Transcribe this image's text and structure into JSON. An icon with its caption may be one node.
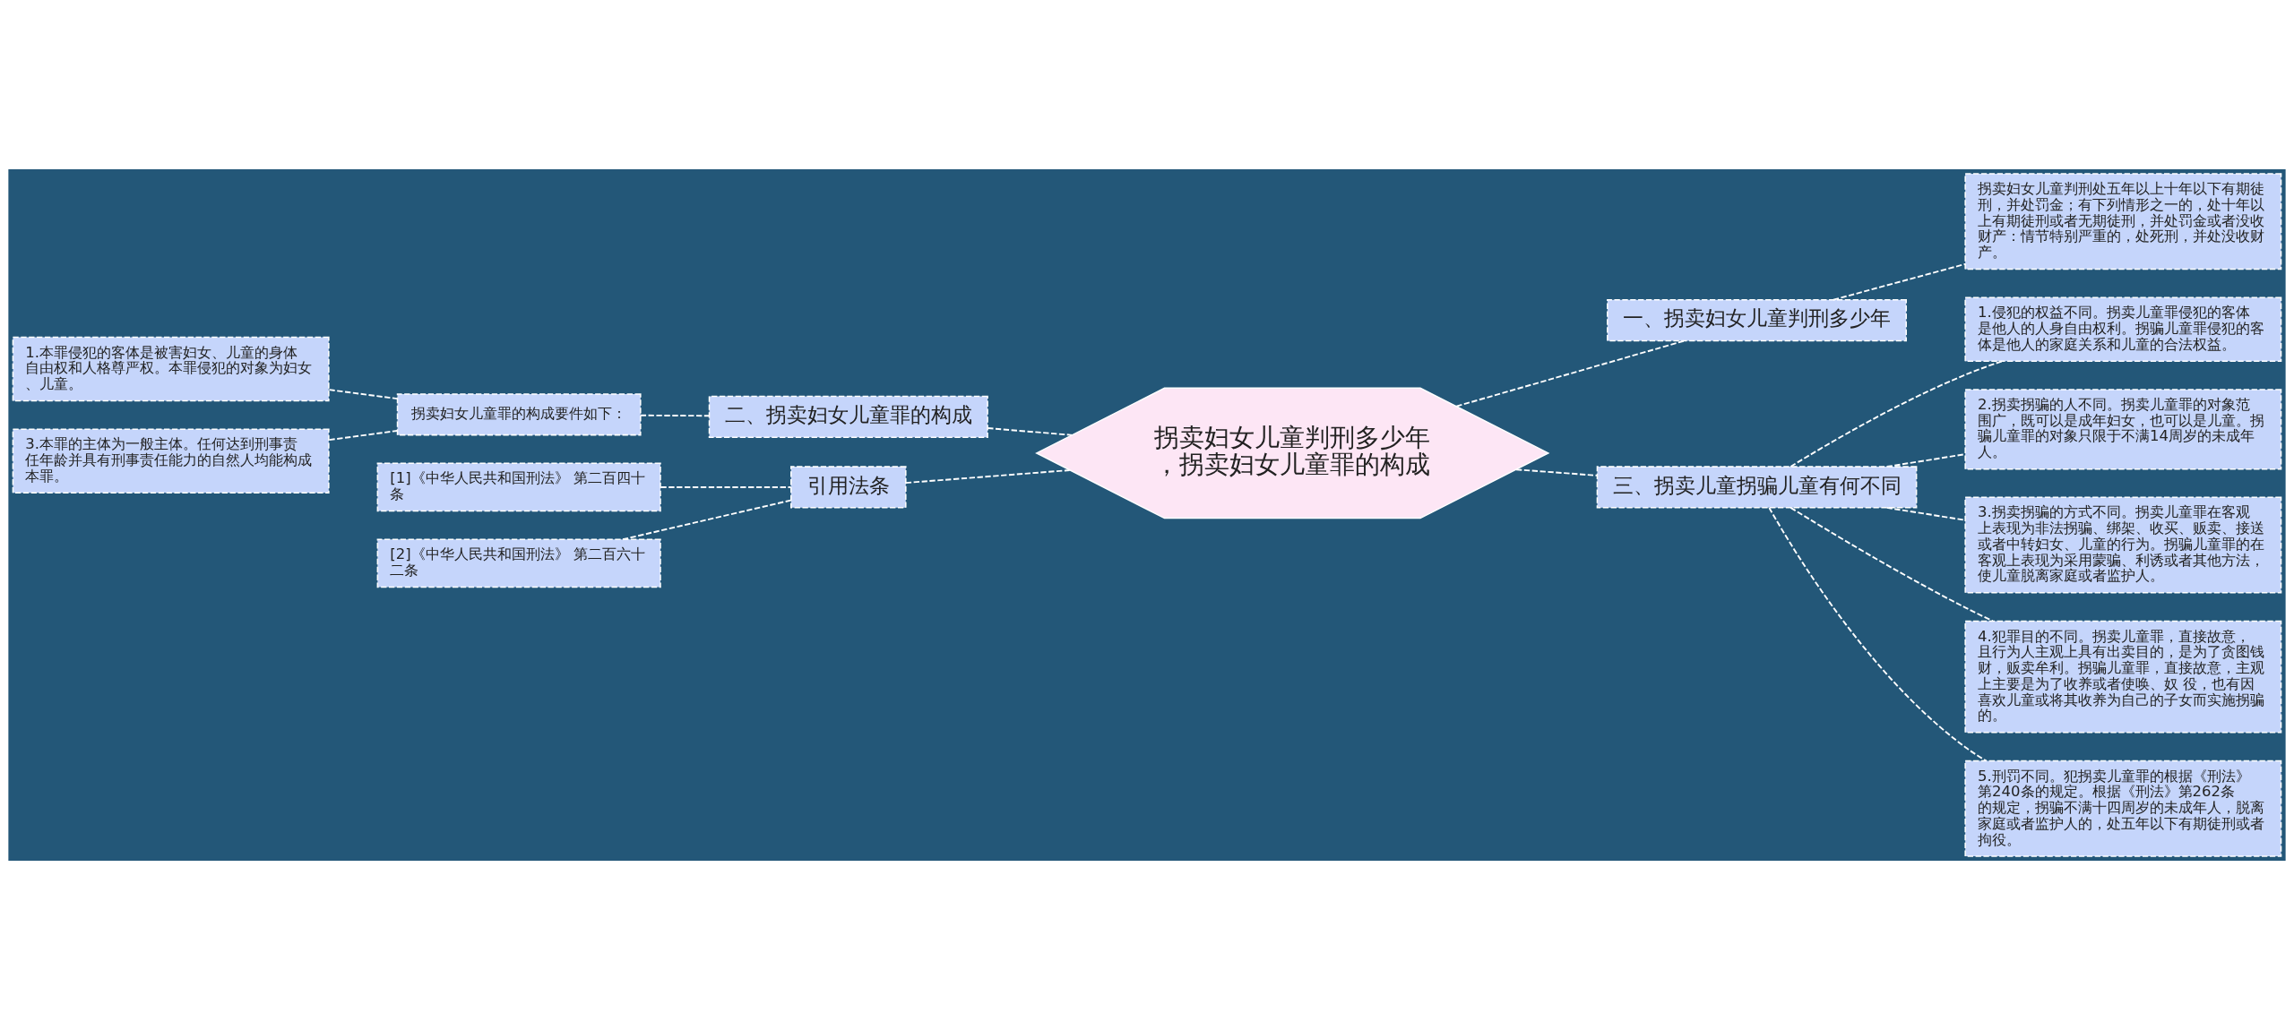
{
  "diagram": {
    "nodes": [
      {
        "text": [
          "拐卖妇女儿童判刑多少年，拐卖妇女儿童罪的构成"
        ]
      },
      {
        "text": [
          "二、拐卖妇女儿童罪的构成"
        ]
      },
      {
        "text": [
          "拐卖妇女儿童罪的构成要件如下："
        ]
      },
      {
        "text": [
          "1.本罪侵犯的客体是被害妇女、儿童的身体自由权和人格尊严权。本罪侵犯的对象为妇女、儿童。"
        ]
      },
      {
        "text": [
          "3.本罪的主体为一般主体。任何达到刑事责任年龄并具有刑事责任能力的自然人均能构成本罪。"
        ]
      },
      {
        "text": [
          "引用法条"
        ]
      },
      {
        "text": [
          "[1]《中华人民共和国刑法》 第二百四十条"
        ]
      },
      {
        "text": [
          "[2]《中华人民共和国刑法》 第二百六十二条"
        ]
      },
      {
        "text": [
          "一、拐卖妇女儿童判刑多少年"
        ]
      },
      {
        "text": [
          "拐卖妇女儿童判刑处五年以上十年以下有期徒刑，并处罚金；有下列情形之一的，处十年以上有期徒刑或者无期徒刑，并处罚金或者没收财产：情节特别严重的，处死刑，并处没收财产。"
        ]
      },
      {
        "text": [
          "三、拐卖儿童拐骗儿童有何不同"
        ]
      },
      {
        "text": [
          "1.侵犯的权益不同。拐卖儿童罪侵犯的客体是他人的人身自由权利。拐骗儿童罪侵犯的客体是他人的家庭关系和儿童的合法权益。"
        ]
      },
      {
        "text": [
          "2.拐卖拐骗的人不同。拐卖儿童罪的对象范围广，既可以是成年妇女，也可以是儿童。拐骗儿童罪的对象只限于不满14周岁的未成年人。"
        ]
      },
      {
        "text": [
          "3.拐卖拐骗的方式不同。拐卖儿童罪在客观上表现为非法拐骗、绑架、收买、贩卖、接送或者中转妇女、儿童的行为。拐骗儿童罪的在客观上表现为采用蒙骗、利诱或者其他方法，使儿童脱离家庭或者监护人。"
        ]
      },
      {
        "text": [
          "4.犯罪目的不同。拐卖儿童罪，直接故意，且行为人主观上具有出卖目的，是为了贪图钱财，贩卖牟利。拐骗儿童罪，直接故意，主观上主要是为了收养或者使唤、奴 役，也有因喜欢儿童或将其收养为自己的子女而实施拐骗的。"
        ]
      },
      {
        "text": [
          "5.刑罚不同。犯拐卖儿童罪的根据《刑法》第240条的规定。根据《刑法》第262条的规定，拐骗不满十四周岁的未成年人，脱离家庭或者监护人的，处五年以下有期徒刑或者拘役。"
        ]
      }
    ],
    "edges": [
      {
        "from": 1,
        "to": 0,
        "arrow": "none",
        "style": "dashed"
      },
      {
        "from": 2,
        "to": 1,
        "arrow": "none",
        "style": "dashed"
      },
      {
        "from": 3,
        "to": 2,
        "arrow": "none",
        "style": "dashed"
      },
      {
        "from": 4,
        "to": 2,
        "arrow": "none",
        "style": "dashed"
      },
      {
        "from": 5,
        "to": 0,
        "arrow": "none",
        "style": "dashed"
      },
      {
        "from": 6,
        "to": 5,
        "arrow": "none",
        "style": "dashed"
      },
      {
        "from": 7,
        "to": 5,
        "arrow": "none",
        "style": "dashed"
      },
      {
        "from": 0,
        "to": 8,
        "arrow": "none",
        "style": "dashed"
      },
      {
        "from": 8,
        "to": 9,
        "arrow": "none",
        "style": "dashed"
      },
      {
        "from": 0,
        "to": 10,
        "arrow": "none",
        "style": "dashed"
      },
      {
        "from": 10,
        "to": 11,
        "arrow": "none",
        "style": "dashed"
      },
      {
        "from": 10,
        "to": 12,
        "arrow": "none",
        "style": "dashed"
      },
      {
        "from": 10,
        "to": 13,
        "arrow": "none",
        "style": "dashed"
      },
      {
        "from": 10,
        "to": 14,
        "arrow": "none",
        "style": "dashed"
      },
      {
        "from": 10,
        "to": 15,
        "arrow": "none",
        "style": "dashed"
      }
    ]
  }
}
